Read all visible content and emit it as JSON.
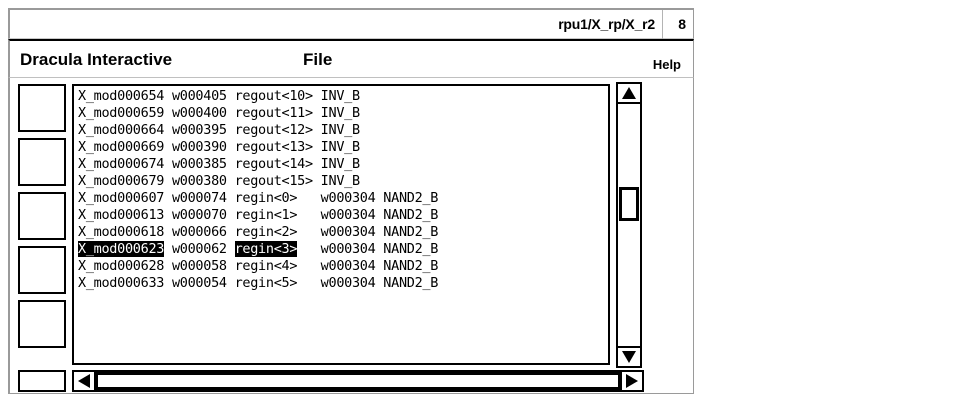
{
  "window": {
    "title_path": "rpu1/X_rp/X_r2",
    "title_number": "8"
  },
  "menubar": {
    "app_label": "Dracula Interactive",
    "file_label": "File",
    "help_label": "Help"
  },
  "toolbar": {
    "buttons": [
      {
        "name": "tool-button-1",
        "label": ""
      },
      {
        "name": "tool-button-2",
        "label": ""
      },
      {
        "name": "tool-button-3",
        "label": ""
      },
      {
        "name": "tool-button-4",
        "label": ""
      },
      {
        "name": "tool-button-5",
        "label": ""
      }
    ]
  },
  "netlist": {
    "columns": [
      "instance",
      "net",
      "pin",
      "connected_net",
      "cell"
    ],
    "rows": [
      {
        "instance": "X_mod000654",
        "net": "w000405",
        "pin": "regout<10>",
        "connected_net": "",
        "cell": "INV_B",
        "selected": []
      },
      {
        "instance": "X_mod000659",
        "net": "w000400",
        "pin": "regout<11>",
        "connected_net": "",
        "cell": "INV_B",
        "selected": []
      },
      {
        "instance": "X_mod000664",
        "net": "w000395",
        "pin": "regout<12>",
        "connected_net": "",
        "cell": "INV_B",
        "selected": []
      },
      {
        "instance": "X_mod000669",
        "net": "w000390",
        "pin": "regout<13>",
        "connected_net": "",
        "cell": "INV_B",
        "selected": []
      },
      {
        "instance": "X_mod000674",
        "net": "w000385",
        "pin": "regout<14>",
        "connected_net": "",
        "cell": "INV_B",
        "selected": []
      },
      {
        "instance": "X_mod000679",
        "net": "w000380",
        "pin": "regout<15>",
        "connected_net": "",
        "cell": "INV_B",
        "selected": []
      },
      {
        "instance": "X_mod000607",
        "net": "w000074",
        "pin": "regin<0>",
        "connected_net": "w000304",
        "cell": "NAND2_B",
        "selected": []
      },
      {
        "instance": "X_mod000613",
        "net": "w000070",
        "pin": "regin<1>",
        "connected_net": "w000304",
        "cell": "NAND2_B",
        "selected": []
      },
      {
        "instance": "X_mod000618",
        "net": "w000066",
        "pin": "regin<2>",
        "connected_net": "w000304",
        "cell": "NAND2_B",
        "selected": []
      },
      {
        "instance": "X_mod000623",
        "net": "w000062",
        "pin": "regin<3>",
        "connected_net": "w000304",
        "cell": "NAND2_B",
        "selected": [
          "instance",
          "pin"
        ]
      },
      {
        "instance": "X_mod000628",
        "net": "w000058",
        "pin": "regin<4>",
        "connected_net": "w000304",
        "cell": "NAND2_B",
        "selected": []
      },
      {
        "instance": "X_mod000633",
        "net": "w000054",
        "pin": "regin<5>",
        "connected_net": "w000304",
        "cell": "NAND2_B",
        "selected": []
      }
    ]
  },
  "scrollbars": {
    "vertical": {
      "thumb_position_percent": 40,
      "up_arrow": "triangle-up",
      "down_arrow": "triangle-down"
    },
    "horizontal": {
      "thumb_position_percent": 0,
      "left_arrow": "triangle-left",
      "right_arrow": "triangle-right"
    }
  },
  "colors": {
    "background": "#ffffff",
    "foreground": "#000000",
    "border_gray": "#9a9a9a",
    "highlight_bg": "#000000",
    "highlight_fg": "#ffffff"
  }
}
